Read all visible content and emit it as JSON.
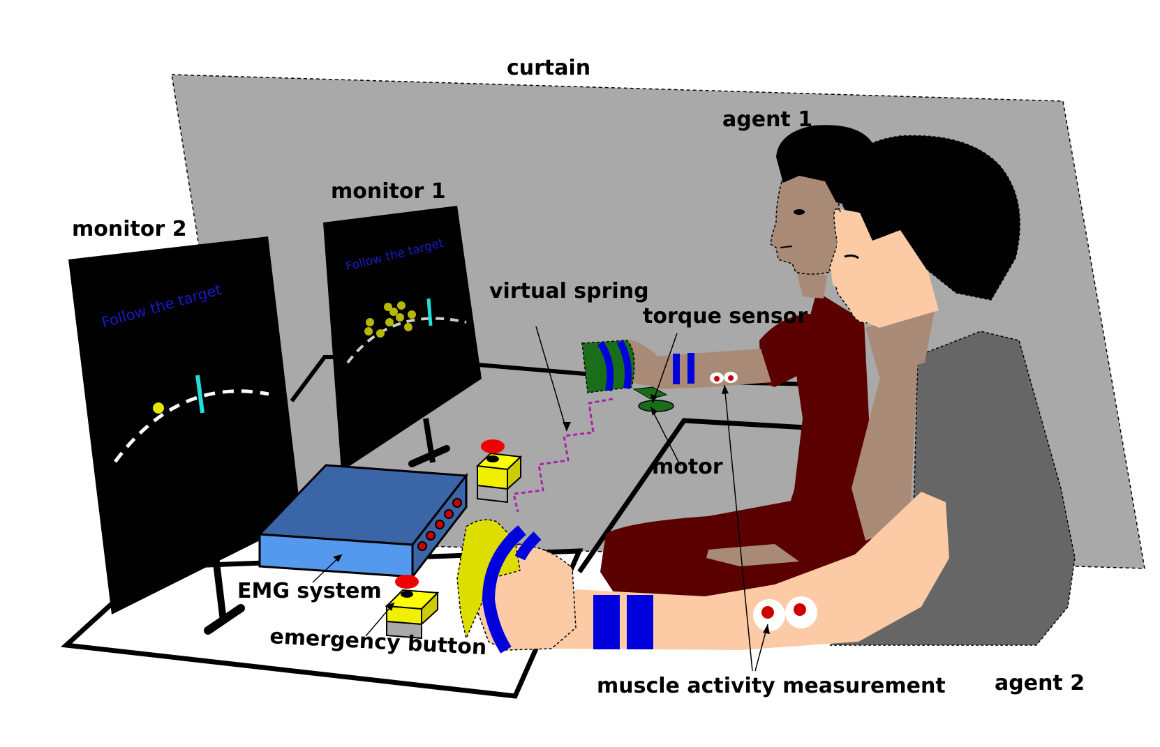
{
  "labels": {
    "curtain": "curtain",
    "agent1": "agent 1",
    "agent2": "agent 2",
    "monitor1": "monitor 1",
    "monitor2": "monitor 2",
    "virtual_spring": "virtual spring",
    "torque_sensor": "torque sensor",
    "motor": "motor",
    "emg_system": "EMG system",
    "emergency_button": "emergency button",
    "muscle_activity": "muscle activity measurement"
  },
  "screens": {
    "monitor1_text": "Follow the target",
    "monitor2_text": "Follow the target"
  },
  "colors": {
    "curtain": "#a9a9a9",
    "monitor": "#000000",
    "target": "#22dddd",
    "cursor": "#e6e600",
    "emg_box_top": "#3a66a8",
    "emg_box_front": "#5599ee",
    "button_red": "#ee0000",
    "button_yellow": "#f0f000",
    "agent1_skin": "#a98a76",
    "agent1_shirt": "#5a0000",
    "agent2_skin": "#fccba5",
    "agent2_shirt": "#666666",
    "hair": "#000000",
    "electrode_band": "#0000dd",
    "handle_green": "#1a6e1a",
    "handle_yellow": "#dddd00",
    "spring": "#aa22aa"
  }
}
